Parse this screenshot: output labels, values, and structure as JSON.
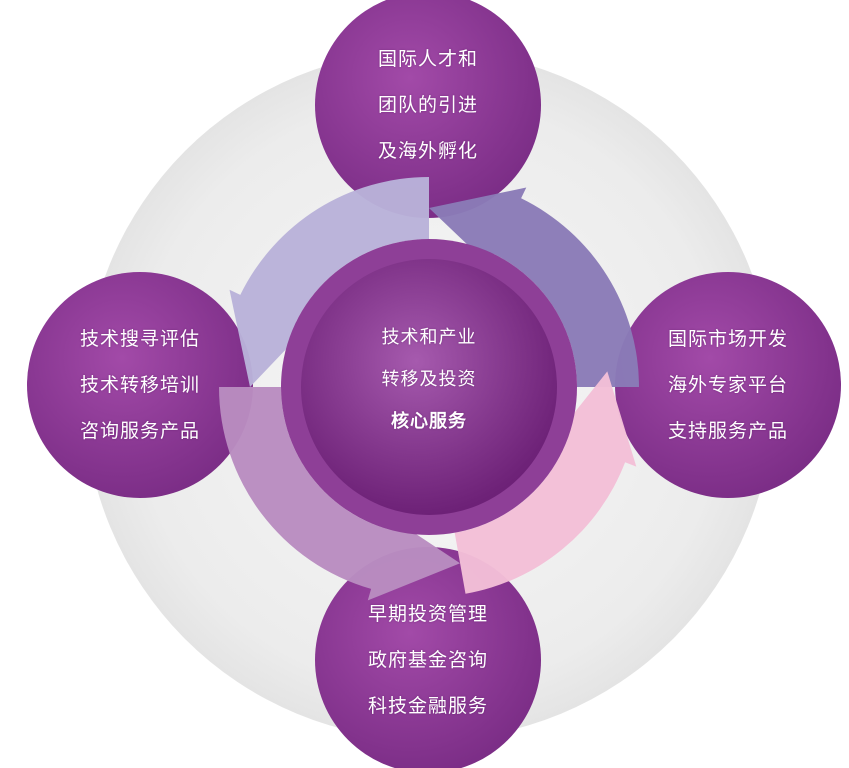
{
  "colors": {
    "halo": "#ededed",
    "node_dark": "#7b2d86",
    "node_light": "#a24aa8",
    "core_dark": "#6d2177",
    "core_light": "#a65aae",
    "core_ring": "#8e3f97",
    "arrow_top_left": "#b9b2d9",
    "arrow_top_right": "#8a7bb7",
    "arrow_bottom_right": "#f3bfd7",
    "arrow_bottom_left": "#b98cc0"
  },
  "nodes": {
    "top": {
      "lines": [
        "国际人才和",
        "团队的引进",
        "及海外孵化"
      ]
    },
    "left": {
      "lines": [
        "技术搜寻评估",
        "技术转移培训",
        "咨询服务产品"
      ]
    },
    "right": {
      "lines": [
        "国际市场开发",
        "海外专家平台",
        "支持服务产品"
      ]
    },
    "bottom": {
      "lines": [
        "早期投资管理",
        "政府基金咨询",
        "科技金融服务"
      ]
    }
  },
  "center": {
    "lines": [
      "技术和产业",
      "转移及投资"
    ],
    "emphasis": "核心服务"
  }
}
